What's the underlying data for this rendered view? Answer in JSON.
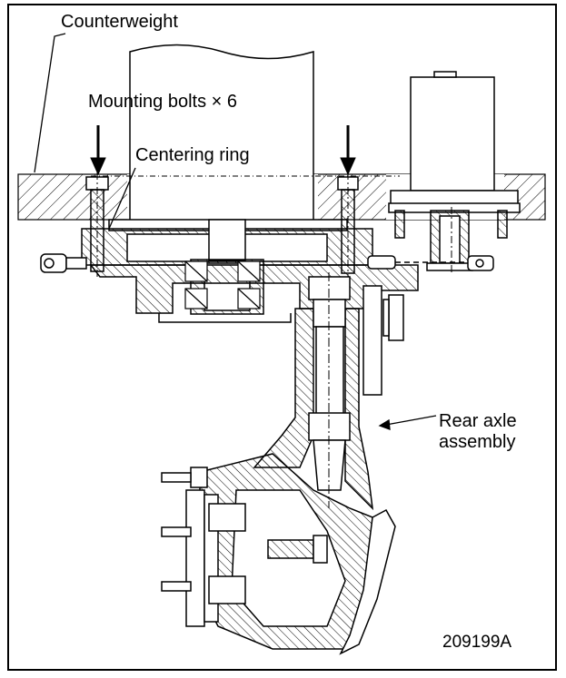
{
  "labels": {
    "counterweight": "Counterweight",
    "mounting_bolts": "Mounting bolts × 6",
    "centering_ring": "Centering ring",
    "rear_axle_line1": "Rear axle",
    "rear_axle_line2": "assembly",
    "figure_id": "209199A"
  }
}
